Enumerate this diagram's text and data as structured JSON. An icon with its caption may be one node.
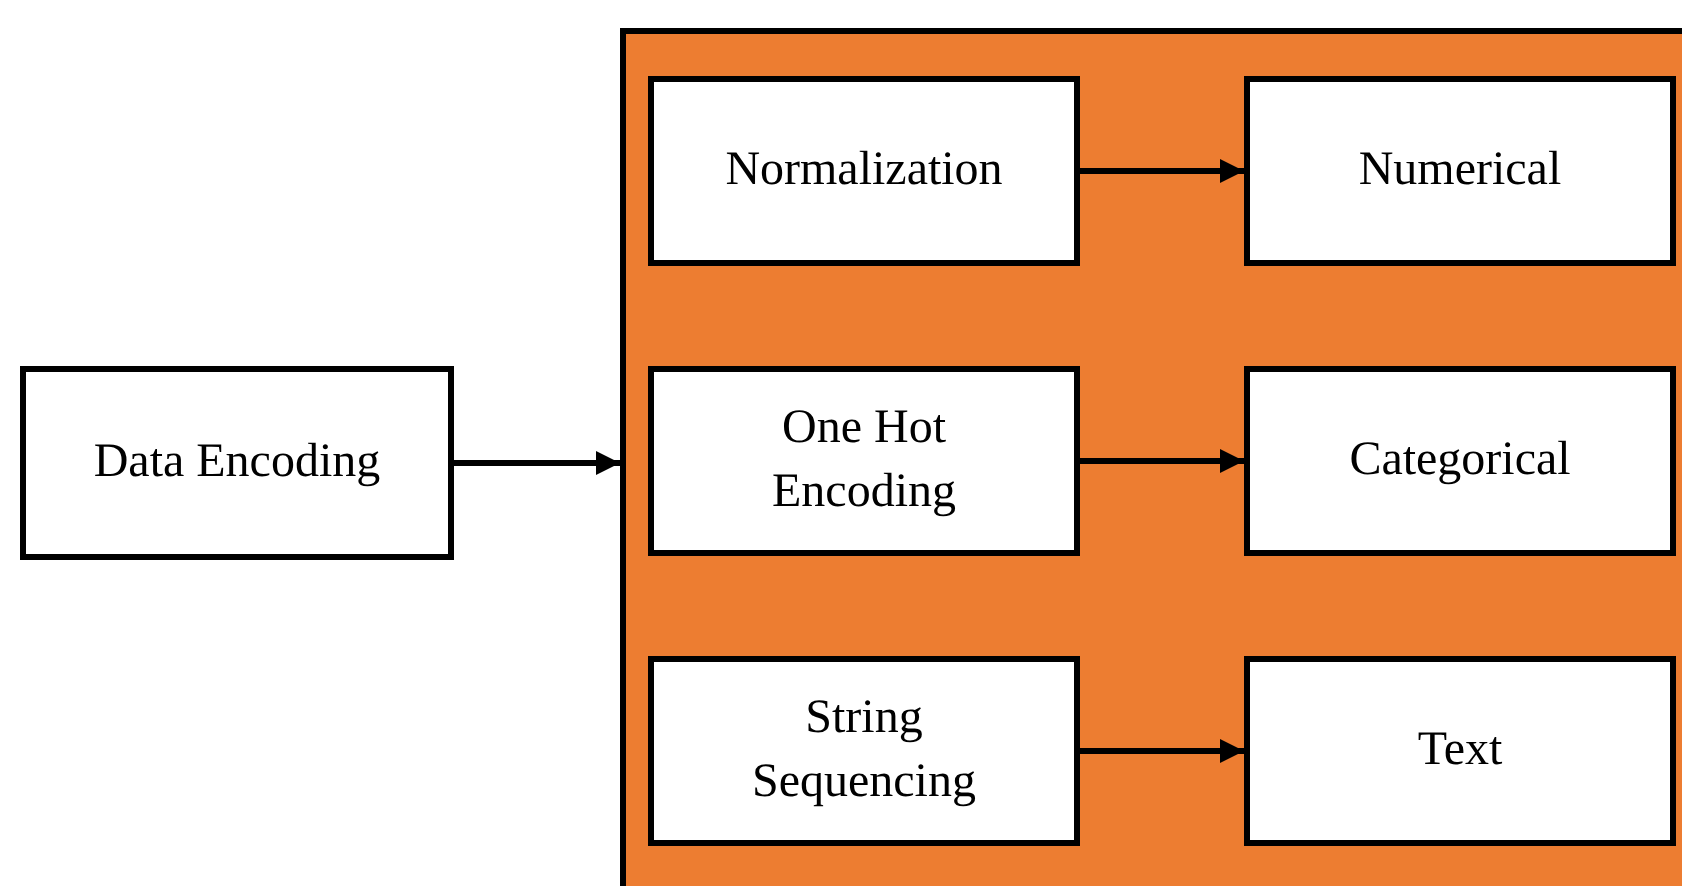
{
  "diagram": {
    "nodes": [
      {
        "text": [
          "Data Encoding"
        ]
      },
      {
        "text": [],
        "shape": "box"
      },
      {
        "text": [
          "Normalization"
        ],
        "in": 1
      },
      {
        "text": [
          "Numerical"
        ],
        "in": 1
      },
      {
        "text": [
          "One Hot Encoding"
        ],
        "in": 1
      },
      {
        "text": [
          "Categorical"
        ],
        "in": 1
      },
      {
        "text": [
          "String Sequencing"
        ],
        "in": 1
      },
      {
        "text": [
          "Text"
        ],
        "in": 1
      }
    ],
    "edges": [
      {
        "from": 0,
        "to": 1,
        "arrow": "to"
      },
      {
        "from": 2,
        "to": 3,
        "arrow": "to"
      },
      {
        "from": 4,
        "to": 5,
        "arrow": "to"
      },
      {
        "from": 6,
        "to": 7,
        "arrow": "to"
      }
    ]
  }
}
